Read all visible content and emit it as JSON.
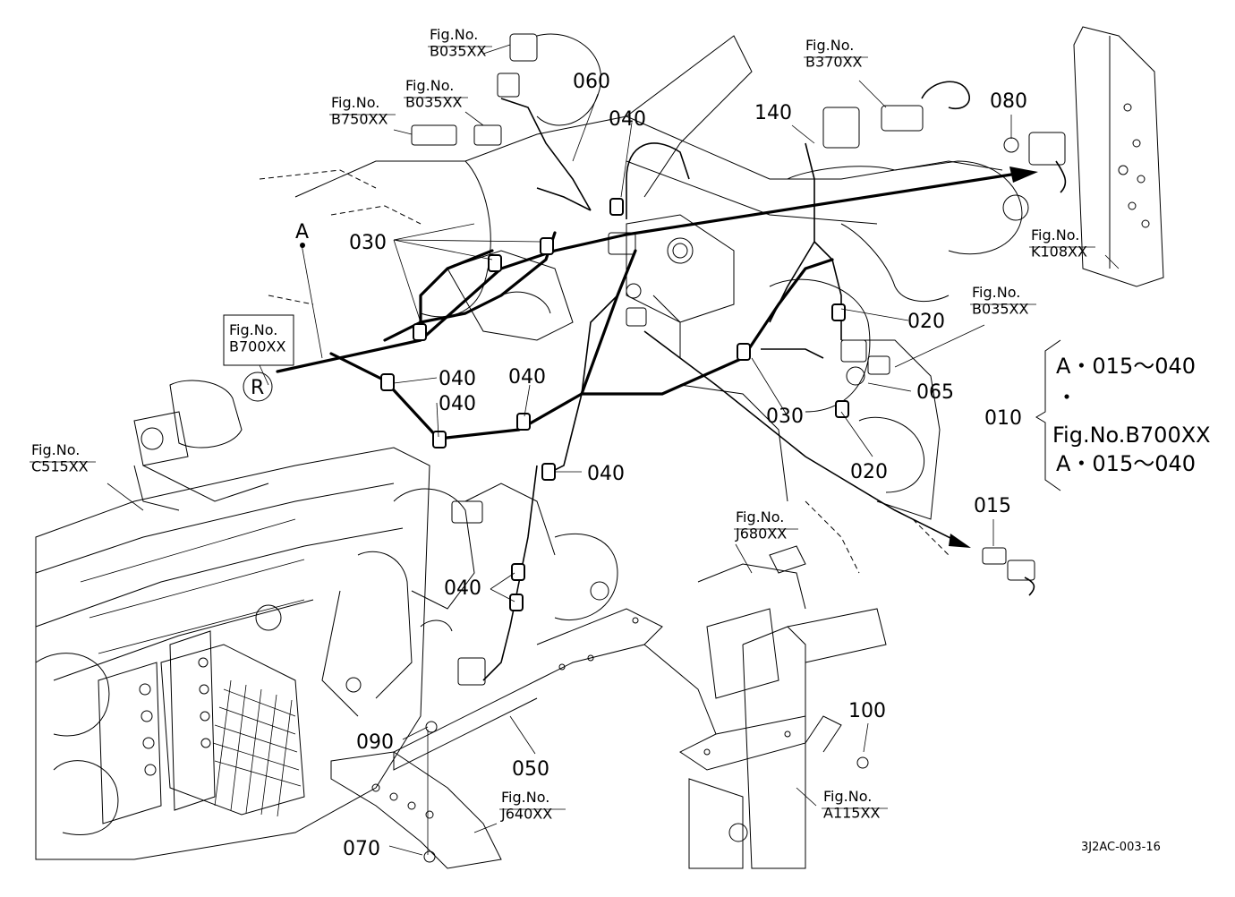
{
  "fig_refs": {
    "b035_top": "Fig.No.\nB035XX",
    "b035_mid": "Fig.No.\nB035XX",
    "b750": "Fig.No.\nB750XX",
    "b370": "Fig.No.\nB370XX",
    "k108": "Fig.No.\nK108XX",
    "b035_right": "Fig.No.\nB035XX",
    "b700": "Fig.No.\nB700XX",
    "c515": "Fig.No.\nC515XX",
    "j680": "Fig.No.\nJ680XX",
    "j640": "Fig.No.\nJ640XX",
    "a115": "Fig.No.\nA115XX"
  },
  "parts": {
    "p060": "060",
    "p040_top": "040",
    "p140": "140",
    "p080": "080",
    "p030_left": "030",
    "p020_upper": "020",
    "p065": "065",
    "p040_a": "040",
    "p040_b": "040",
    "p040_c": "040",
    "p030_right": "030",
    "p020_lower": "020",
    "p040_d": "040",
    "p015": "015",
    "p040_e": "040",
    "p100": "100",
    "p090": "090",
    "p050": "050",
    "p070": "070"
  },
  "markers": {
    "a": "A",
    "r": "R"
  },
  "legend": {
    "code": "010",
    "line1": "A・015～040",
    "line2": "・",
    "line3": "Fig.No.B700XX",
    "line4": "A・015～040"
  },
  "drawing_code": "3J2AC-003-16"
}
